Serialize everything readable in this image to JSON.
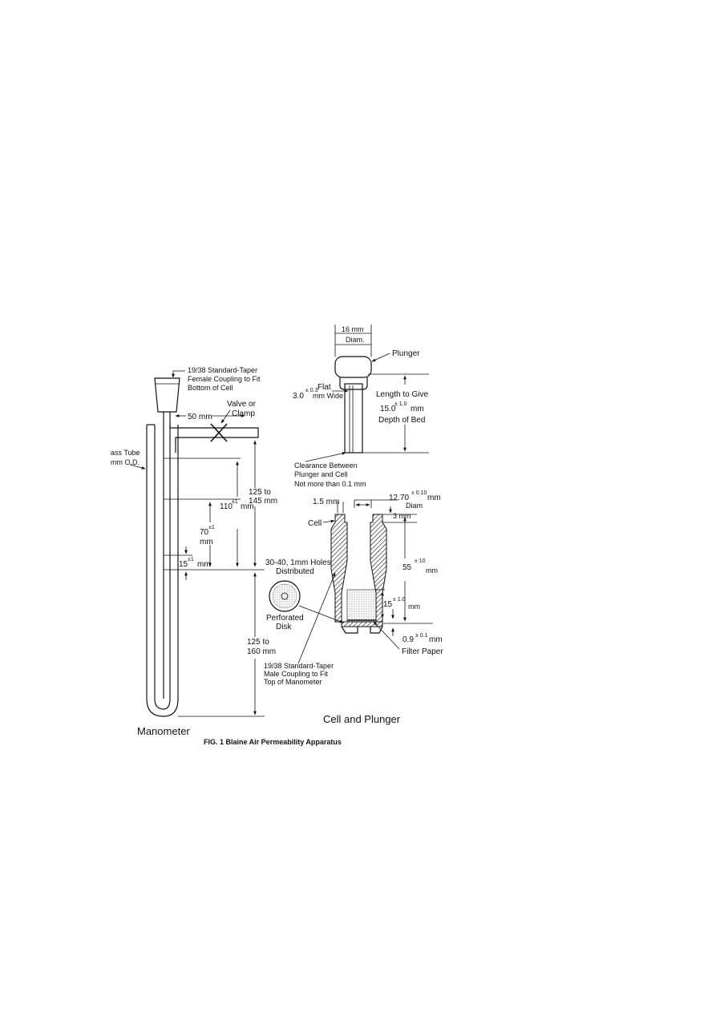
{
  "caption": "FIG. 1 Blaine Air Permeability Apparatus",
  "manometer": {
    "title": "Manometer",
    "coupling_female": [
      "19/38 Standard-Taper",
      "Female Coupling to Fit",
      "Bottom of Cell"
    ],
    "valve": [
      "Valve or",
      "Clamp"
    ],
    "side_arm": "50 mm",
    "glass_tube": [
      "ass Tube",
      "mm O.D."
    ],
    "dim_110": "110",
    "dim_110_tol": "±1",
    "dim_70": "70",
    "dim_70_tol": "±1",
    "dim_15": "15",
    "dim_15_tol": "±1",
    "unit_mm": "mm",
    "dim_125_145": [
      "125 to",
      "145 mm"
    ],
    "dim_125_160": [
      "125 to",
      "160 mm"
    ],
    "coupling_male": [
      "19/38 Standard-Taper",
      "Male Coupling to Fit",
      "Top of Manometer"
    ]
  },
  "cell_plunger": {
    "title": "Cell and Plunger",
    "plunger_diam": [
      "16 mm",
      "Diam."
    ],
    "plunger": "Plunger",
    "flat": "Flat",
    "flat_value": "3.0",
    "flat_tol": "± 0.3",
    "flat_unit": "mm Wide",
    "length_give": "Length to Give",
    "bed_value": "15.0",
    "bed_tol": "± 1.0",
    "bed_unit": "mm",
    "depth_of_bed": "Depth of Bed",
    "clearance": [
      "Clearance Between",
      "Plunger and Cell",
      "Not more than 0.1 mm"
    ],
    "cell_dia_value": "12.70",
    "cell_dia_tol": "± 0.10",
    "cell_dia_unit": "mm",
    "cell_dia_label": "Diam",
    "lip": "1.5 mm",
    "cell": "Cell",
    "dim_3": "3 mm",
    "holes": [
      "30-40, 1mm Holes",
      "Distributed"
    ],
    "perforated_disk": [
      "Perforated",
      "Disk"
    ],
    "dim_55": "55",
    "dim_55_tol": "± 10",
    "dim_15b": "15",
    "dim_15b_tol": "± 1.0",
    "dim_09": "0.9",
    "dim_09_tol": "± 0.1",
    "filter_paper": "Filter Paper"
  }
}
